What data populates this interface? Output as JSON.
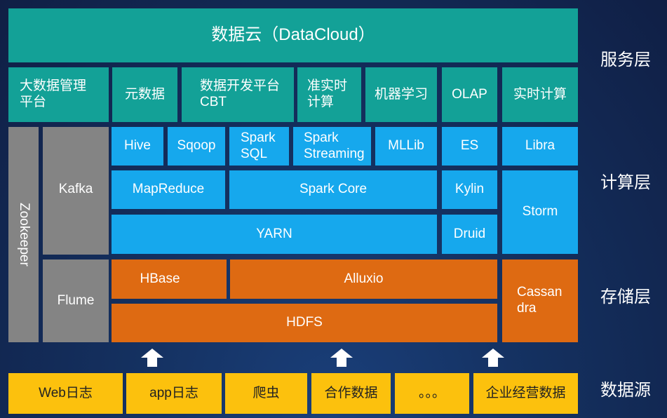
{
  "service": {
    "title": "数据云（DataCloud）",
    "items": [
      "大数据管理\n平台",
      "元数据",
      "数据开发平台\nCBT",
      "准实时\n计算",
      "机器学习",
      "OLAP",
      "实时计算"
    ]
  },
  "compute": {
    "zookeeper": "Zookeeper",
    "kafka": "Kafka",
    "hive": "Hive",
    "sqoop": "Sqoop",
    "spark_sql": "Spark\nSQL",
    "spark_streaming": "Spark\nStreaming",
    "mllib": "MLLib",
    "es": "ES",
    "libra": "Libra",
    "mapreduce": "MapReduce",
    "spark_core": "Spark Core",
    "kylin": "Kylin",
    "storm": "Storm",
    "yarn": "YARN",
    "druid": "Druid"
  },
  "storage": {
    "flume": "Flume",
    "hbase": "HBase",
    "alluxio": "Alluxio",
    "hdfs": "HDFS",
    "cassandra": "Cassan\ndra"
  },
  "sources": [
    "Web日志",
    "app日志",
    "爬虫",
    "合作数据",
    "。。。",
    "企业经营数据"
  ],
  "layers": [
    "服务层",
    "计算层",
    "存储层",
    "数据源"
  ],
  "colors": {
    "service": "#13a197",
    "compute": "#16a8ed",
    "storage": "#de6a12",
    "source": "#fcc10d",
    "gray": "#848484"
  }
}
